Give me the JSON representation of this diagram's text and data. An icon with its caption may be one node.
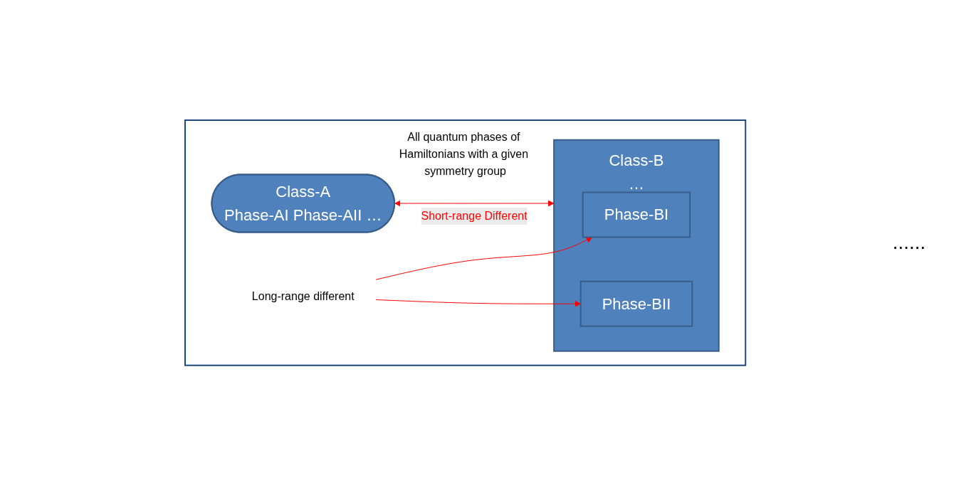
{
  "diagram": {
    "nodes": [
      {
        "text": [
          "All quantum phases of Hamiltonians with a given symmetry group"
        ]
      },
      {
        "text": [
          "Class-A",
          "Phase-AI Phase-AII …"
        ],
        "in": 0
      },
      {
        "text": [
          "Class-B",
          "…"
        ],
        "in": 0
      },
      {
        "text": [
          "Phase-BI"
        ],
        "in": 2
      },
      {
        "text": [
          "Phase-BII"
        ],
        "in": 2
      },
      {
        "text": [
          "Long-range different"
        ],
        "in": 0
      }
    ],
    "edges": [
      {
        "from": 1,
        "to": 2,
        "arrow": "both",
        "label": "Short-range Different",
        "color": "#ff0000"
      },
      {
        "from": 5,
        "to": 3,
        "arrow": "to",
        "color": "#ff0000"
      },
      {
        "from": 5,
        "to": 4,
        "arrow": "to",
        "color": "#ff0000"
      }
    ],
    "labels": [
      "......"
    ]
  }
}
